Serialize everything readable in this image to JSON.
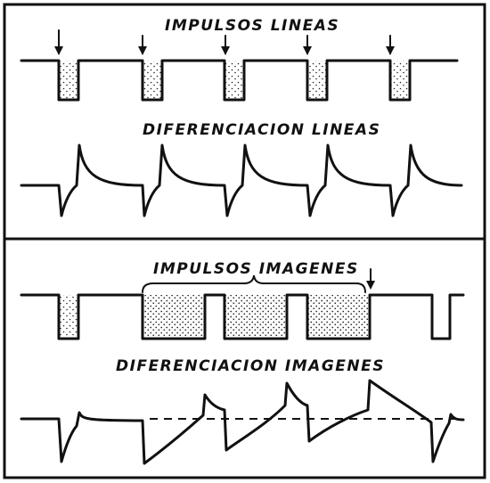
{
  "top_panel": {
    "title_impulses": "IMPULSOS LINEAS",
    "title_differentiation": "DIFERENCIACION LINEAS"
  },
  "bottom_panel": {
    "title_impulses": "IMPULSOS IMAGENES",
    "title_differentiation": "DIFERENCIACION IMAGENES"
  }
}
